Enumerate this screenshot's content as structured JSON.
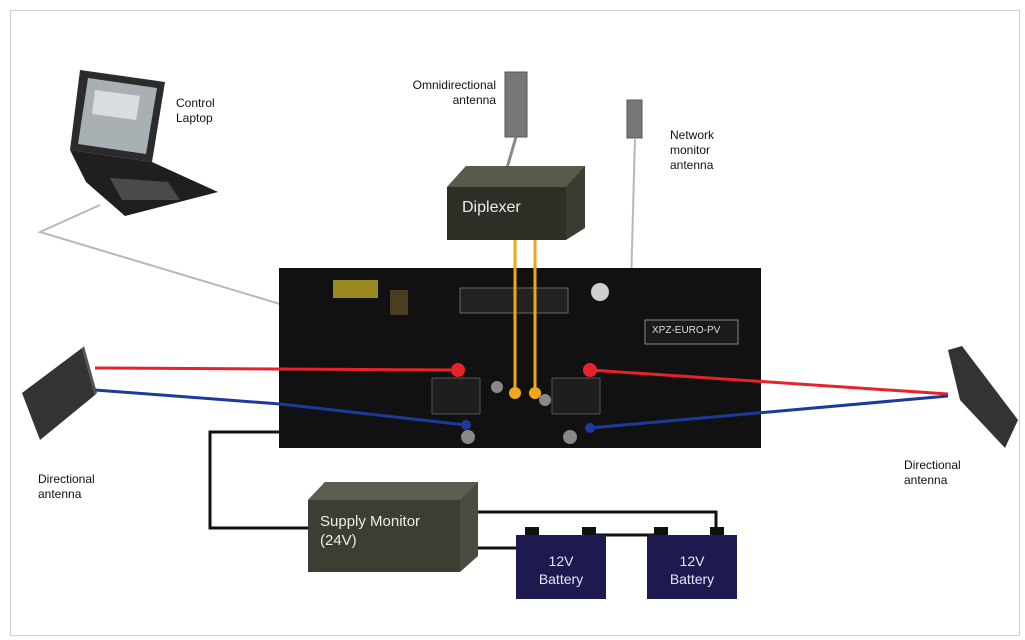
{
  "labels": {
    "control_laptop": "Control\nLaptop",
    "omni_antenna": "Omnidirectional\nantenna",
    "network_monitor_antenna": "Network\nmonitor\nantenna",
    "directional_antenna_left": "Directional\nantenna",
    "directional_antenna_right": "Directional\nantenna"
  },
  "components": {
    "diplexer": "Diplexer",
    "supply_monitor": "Supply Monitor\n(24V)",
    "battery_1": "12V\nBattery",
    "battery_2": "12V\nBattery",
    "unit_model": "XPZ-EURO-PV"
  },
  "colors": {
    "rf_left_right": "#e8222a",
    "rf_return": "#1b3a9c",
    "diplexer_link": "#f0a818",
    "power": "#111111",
    "control_cable": "#b8b8b8",
    "battery_fill": "#1c1a4e"
  }
}
